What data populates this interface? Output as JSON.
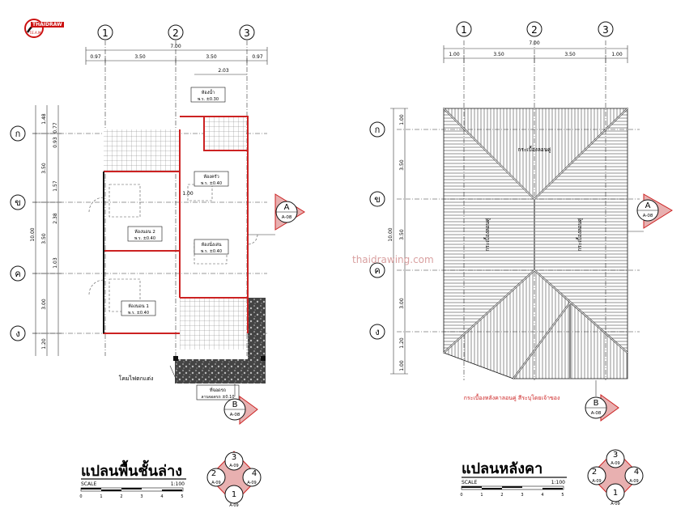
{
  "logo": {
    "text": "THAIDRAW",
    "sub": "T.E.A.M."
  },
  "watermark": "thaidrawing.com",
  "plans": {
    "floor": {
      "title": "แปลนพื้นชั้นล่าง",
      "scale_word": "SCALE",
      "scale_ratio": "1:100",
      "scale_ticks": [
        "0",
        "1",
        "2",
        "3",
        "4",
        "5"
      ],
      "grid_cols": [
        "1",
        "2",
        "3"
      ],
      "grid_rows": [
        "ก",
        "ข",
        "ค",
        "ง"
      ],
      "top_dims": [
        "0.97",
        "3.50",
        "3.50",
        "0.97"
      ],
      "overall_top": "7.00",
      "inner_dim": "2.03",
      "left_dims": [
        "1.48",
        "0.77",
        "0.93",
        "3.50",
        "1.57",
        "2.38",
        "3.50",
        "1.03",
        "3.00",
        "1.20"
      ],
      "overall_left": "10.00",
      "rooms": [
        {
          "name": "ห้องน้ำ",
          "level": "พ.ร. ±0.30"
        },
        {
          "name": "ห้องครัว",
          "level": "พ.ร. ±0.40"
        },
        {
          "name": "ห้องนอน 2",
          "level": "พ.ร. ±0.40"
        },
        {
          "name": "ห้องนั่งเล่น",
          "level": "พ.ร. ±0.40"
        },
        {
          "name": "ห้องนอน 1",
          "level": "พ.ร. ±0.40"
        },
        {
          "name": "ที่จอดรถ",
          "level": "ลานจอดรถ ±0.10"
        }
      ],
      "door_tag": "1.00",
      "note_lamp": "โคมไฟตกแต่ง",
      "section_a": {
        "letter": "A",
        "sheet": "A-08"
      },
      "section_b": {
        "letter": "B",
        "sheet": "A-08"
      }
    },
    "roof": {
      "title": "แปลนหลังคา",
      "scale_word": "SCALE",
      "scale_ratio": "1:100",
      "scale_ticks": [
        "0",
        "1",
        "2",
        "3",
        "4",
        "5"
      ],
      "grid_cols": [
        "1",
        "2",
        "3"
      ],
      "grid_rows": [
        "ก",
        "ข",
        "ค",
        "ง"
      ],
      "top_dims": [
        "1.00",
        "3.50",
        "3.50",
        "1.00"
      ],
      "overall_top": "7.00",
      "left_dims": [
        "1.00",
        "3.50",
        "3.50",
        "3.00",
        "1.20",
        "1.00"
      ],
      "overall_left": "10.00",
      "roof_labels": [
        "กระเบื้องลอนคู่",
        "กระเบื้องลอนคู่",
        "กระเบื้องลอนคู่"
      ],
      "roof_note": "กระเบื้องหลังคาลอนคู่ สีระบุโดยเจ้าของ",
      "section_a": {
        "letter": "A",
        "sheet": "A-08"
      },
      "section_b": {
        "letter": "B",
        "sheet": "A-08"
      }
    },
    "elevation_keys": [
      {
        "n": "3",
        "sheet": "A-09"
      },
      {
        "n": "2",
        "sheet": "A-09"
      },
      {
        "n": "4",
        "sheet": "A-09"
      },
      {
        "n": "1",
        "sheet": "A-09"
      }
    ]
  },
  "colors": {
    "accent": "#c22222",
    "line": "#111111",
    "dim": "#333333"
  }
}
